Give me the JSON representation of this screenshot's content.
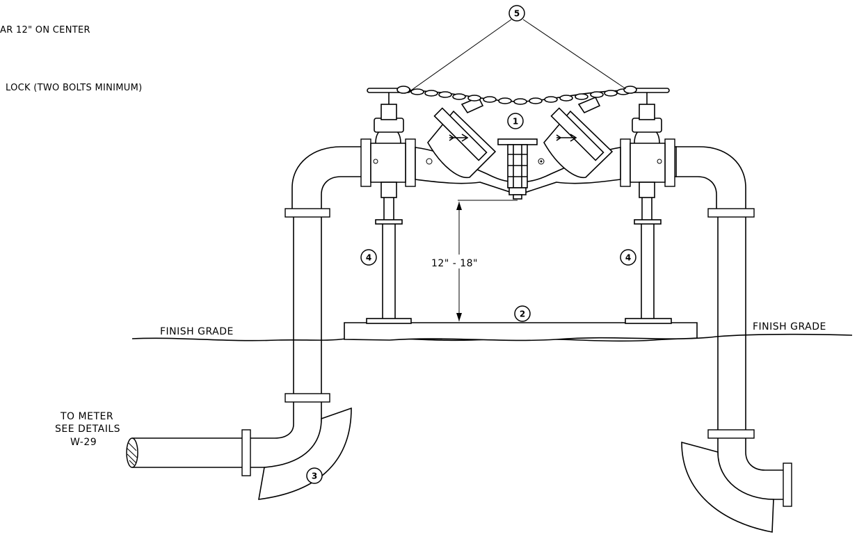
{
  "notes": {
    "line1": "AR 12\" ON CENTER",
    "line2": "LOCK (TWO BOLTS MINIMUM)"
  },
  "labels": {
    "finish_grade_left": "FINISH GRADE",
    "finish_grade_right": "FINISH GRADE",
    "dimension": "12\" - 18\"",
    "meter_1": "TO METER",
    "meter_2": "SEE DETAILS",
    "meter_3": "W-29"
  },
  "callouts": {
    "c1": "1",
    "c2": "2",
    "c3": "3",
    "c4_left": "4",
    "c4_right": "4",
    "c5": "5"
  }
}
